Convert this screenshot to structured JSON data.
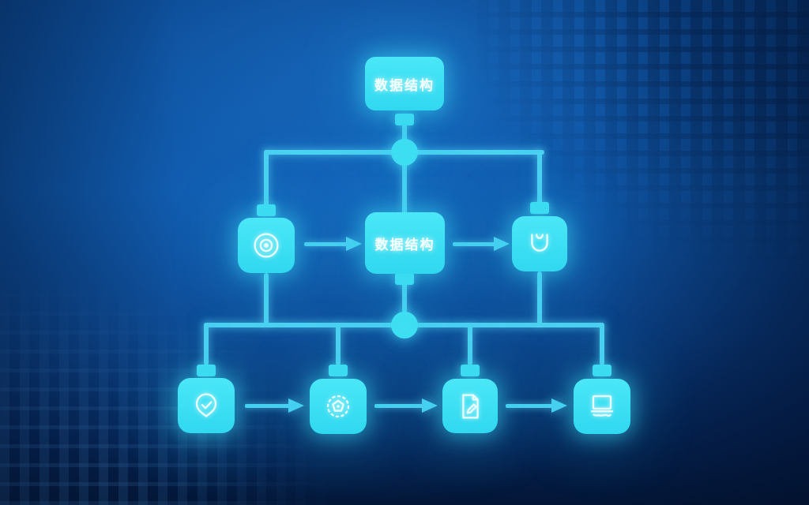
{
  "diagram": {
    "type": "flowchart",
    "nodes": {
      "root": {
        "label": "数据结构",
        "shape": "rounded-rect",
        "row": "top"
      },
      "middle_left": {
        "icon": "target-icon",
        "shape": "rounded-square",
        "row": "middle"
      },
      "middle_center": {
        "label": "数据结构",
        "shape": "rounded-rect",
        "row": "middle"
      },
      "middle_right": {
        "icon": "shield-icon",
        "shape": "rounded-square",
        "row": "middle"
      },
      "bottom_1": {
        "icon": "check-badge-icon",
        "shape": "rounded-square",
        "row": "bottom"
      },
      "bottom_2": {
        "icon": "gear-spark-icon",
        "shape": "rounded-square",
        "row": "bottom"
      },
      "bottom_3": {
        "icon": "document-edit-icon",
        "shape": "rounded-square",
        "row": "bottom"
      },
      "bottom_4": {
        "icon": "monitor-icon",
        "shape": "rounded-square",
        "row": "bottom"
      }
    },
    "edges": [
      {
        "from": "root",
        "to": "junction-top",
        "style": "orthogonal"
      },
      {
        "from": "junction-top",
        "to": "middle_left"
      },
      {
        "from": "junction-top",
        "to": "middle_center"
      },
      {
        "from": "junction-top",
        "to": "middle_right"
      },
      {
        "from": "middle_left",
        "to": "middle_center",
        "style": "arrow"
      },
      {
        "from": "middle_center",
        "to": "middle_right",
        "style": "arrow"
      },
      {
        "from": "middle_left",
        "to": "junction-bottom"
      },
      {
        "from": "middle_center",
        "to": "junction-bottom"
      },
      {
        "from": "middle_right",
        "to": "junction-bottom"
      },
      {
        "from": "junction-bottom",
        "to": "bottom_1"
      },
      {
        "from": "junction-bottom",
        "to": "bottom_2"
      },
      {
        "from": "junction-bottom",
        "to": "bottom_3"
      },
      {
        "from": "junction-bottom",
        "to": "bottom_4"
      },
      {
        "from": "bottom_1",
        "to": "bottom_2",
        "style": "arrow"
      },
      {
        "from": "bottom_2",
        "to": "bottom_3",
        "style": "arrow"
      },
      {
        "from": "bottom_3",
        "to": "bottom_4",
        "style": "arrow"
      }
    ],
    "colors": {
      "node_fill": "#3be0f4",
      "connector_line": "#4ad2f1",
      "icon_stroke": "#eafeff",
      "label_text": "#f4ffff",
      "background_center": "#0d55a6",
      "background_edge": "#031636"
    }
  }
}
